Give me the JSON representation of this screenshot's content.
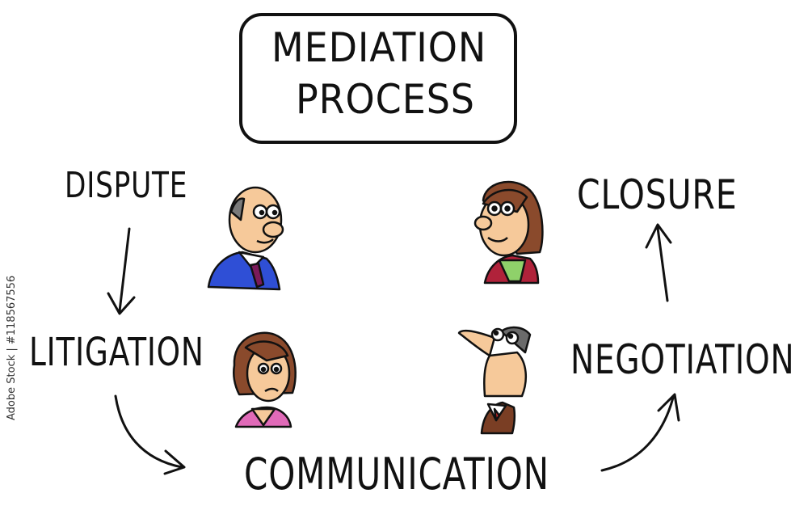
{
  "title": {
    "line1": "MEDIATION",
    "line2": "PROCESS"
  },
  "steps": {
    "dispute": "DISPUTE",
    "litigation": "LITIGATION",
    "communication": "COMMUNICATION",
    "negotiation": "NEGOTIATION",
    "closure": "CLOSURE"
  },
  "watermark_side": "Adobe Stock | #118567556",
  "colors": {
    "ink": "#111111",
    "blue_suit": "#2f4fd6",
    "skin": "#f6c99a",
    "brown_hair": "#8a4a2c",
    "green_shirt": "#8fd16a",
    "maroon_jacket": "#b0223a",
    "pink_top": "#e06ab8",
    "brown_suit": "#7a3e24"
  }
}
